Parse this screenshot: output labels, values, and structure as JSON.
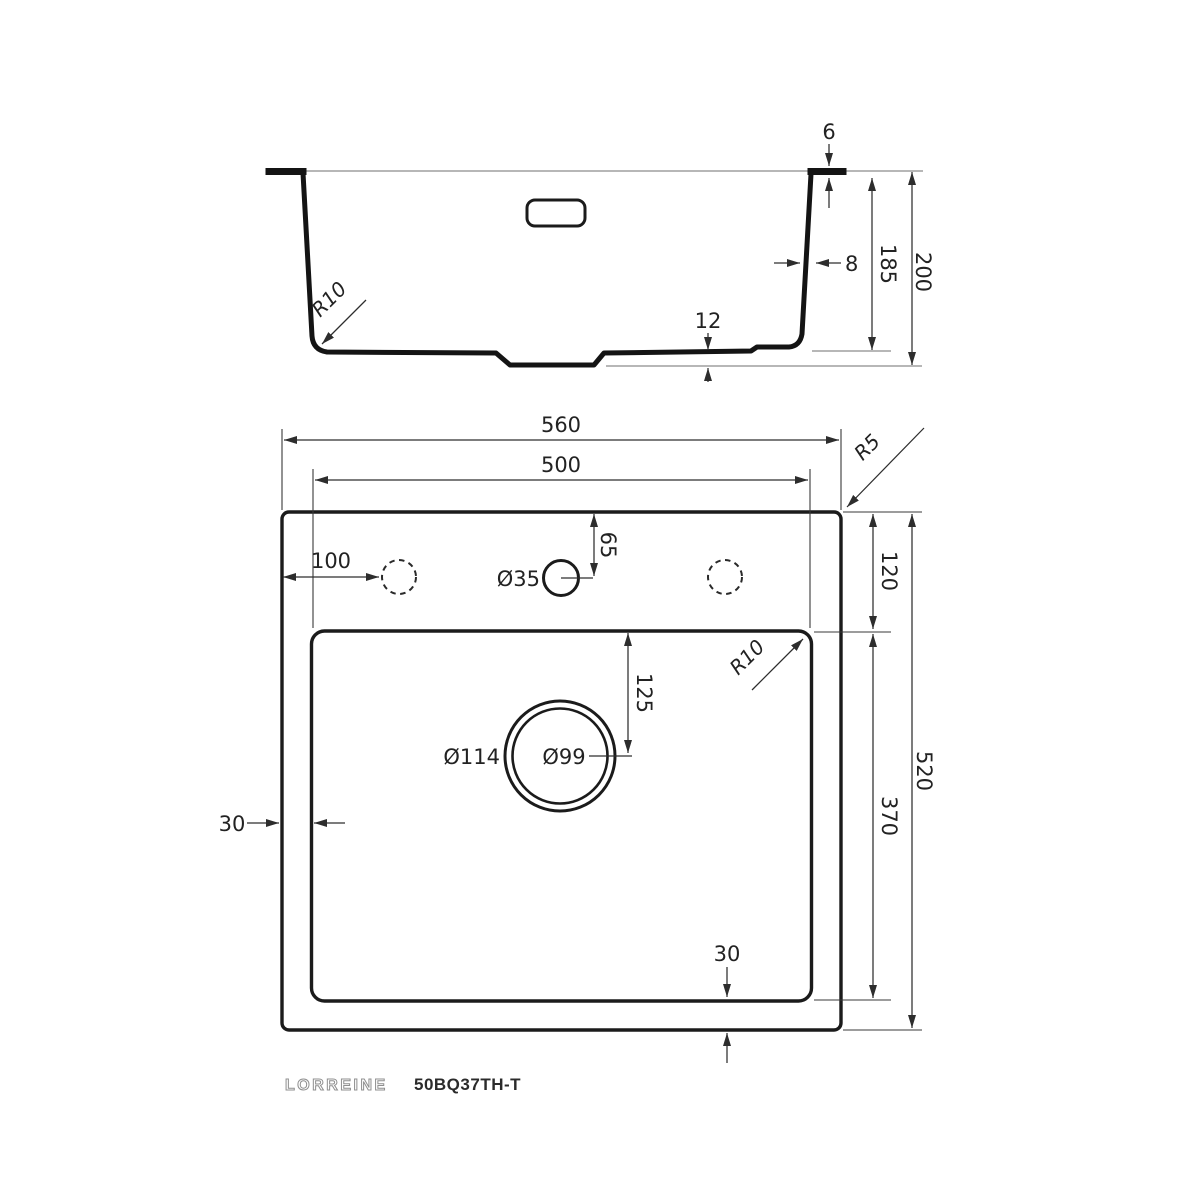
{
  "footer": {
    "brand": "LORREINE",
    "model": "50BQ37TH-T"
  },
  "section_view": {
    "dims": {
      "rim_thickness": "6",
      "wall_thickness": "8",
      "bowl_depth": "185",
      "overall_depth": "200",
      "drain_recess_depth": "12",
      "bottom_corner_radius": "R10"
    }
  },
  "plan_view": {
    "dims": {
      "overall_width": "560",
      "bowl_width": "500",
      "outer_corner_radius": "R5",
      "tap_hole_offset": "100",
      "tap_hole_diameter": "Ø35",
      "tap_hole_centre_from_top": "65",
      "top_rim_depth": "120",
      "bowl_corner_radius": "R10",
      "drain_centre_from_bowl_top": "125",
      "drain_outer_diameter": "Ø114",
      "drain_inner_diameter": "Ø99",
      "left_rim_width": "30",
      "bowl_length": "370",
      "overall_length": "520",
      "bottom_rim_width": "30"
    }
  }
}
